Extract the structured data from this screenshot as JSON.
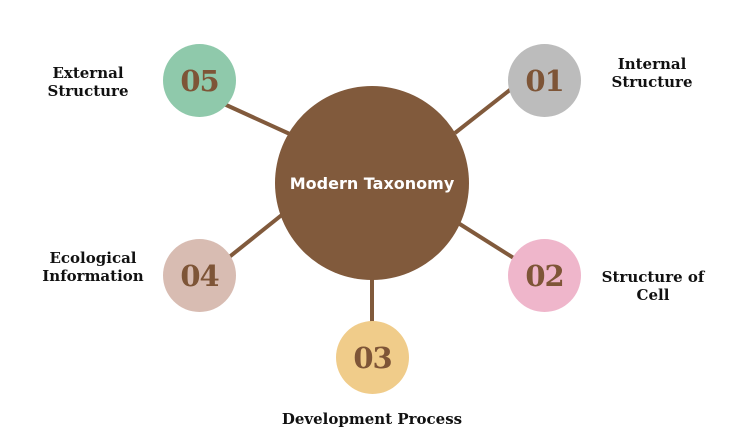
{
  "diagram": {
    "center": {
      "label": "Modern Taxonomy",
      "color": "#815a3c"
    },
    "line_color": "#815a3c",
    "nodes": [
      {
        "number": "01",
        "label_line1": "Internal",
        "label_line2": "Structure",
        "color": "#bcbcbc"
      },
      {
        "number": "02",
        "label_line1": "Structure of",
        "label_line2": "Cell",
        "color": "#efb6cb"
      },
      {
        "number": "03",
        "label_line1": "Development Process",
        "label_line2": "",
        "color": "#f0cc8a"
      },
      {
        "number": "04",
        "label_line1": "Ecological",
        "label_line2": "Information",
        "color": "#d8bcb2"
      },
      {
        "number": "05",
        "label_line1": "External",
        "label_line2": "Structure",
        "color": "#8fc9ab"
      }
    ]
  }
}
